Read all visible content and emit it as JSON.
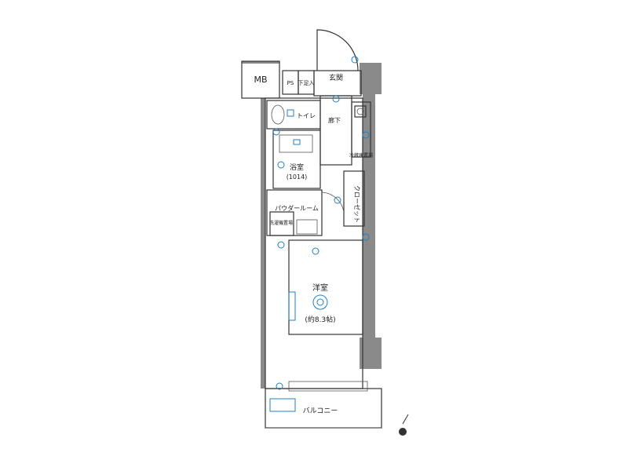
{
  "rooms": {
    "mb": "MB",
    "ps": "PS",
    "shoe_storage": "下足入",
    "entrance": "玄関",
    "toilet": "トイレ",
    "hallway": "廊下",
    "fridge": "冷蔵庫置場",
    "bath": "浴室",
    "bath_size": "(1014)",
    "closet": "クローゼット",
    "powder_room": "パウダールーム",
    "washer": "洗濯機置場",
    "western_room": "洋室",
    "western_room_size": "(約8.3帖)",
    "balcony": "バルコニー"
  },
  "colors": {
    "wall": "#8a8a8a",
    "symbol": "#1f7fc8",
    "line": "#333333"
  },
  "icons": [
    "compass-icon",
    "door-swing-icon",
    "light-fixture-icon",
    "outlet-icon"
  ]
}
